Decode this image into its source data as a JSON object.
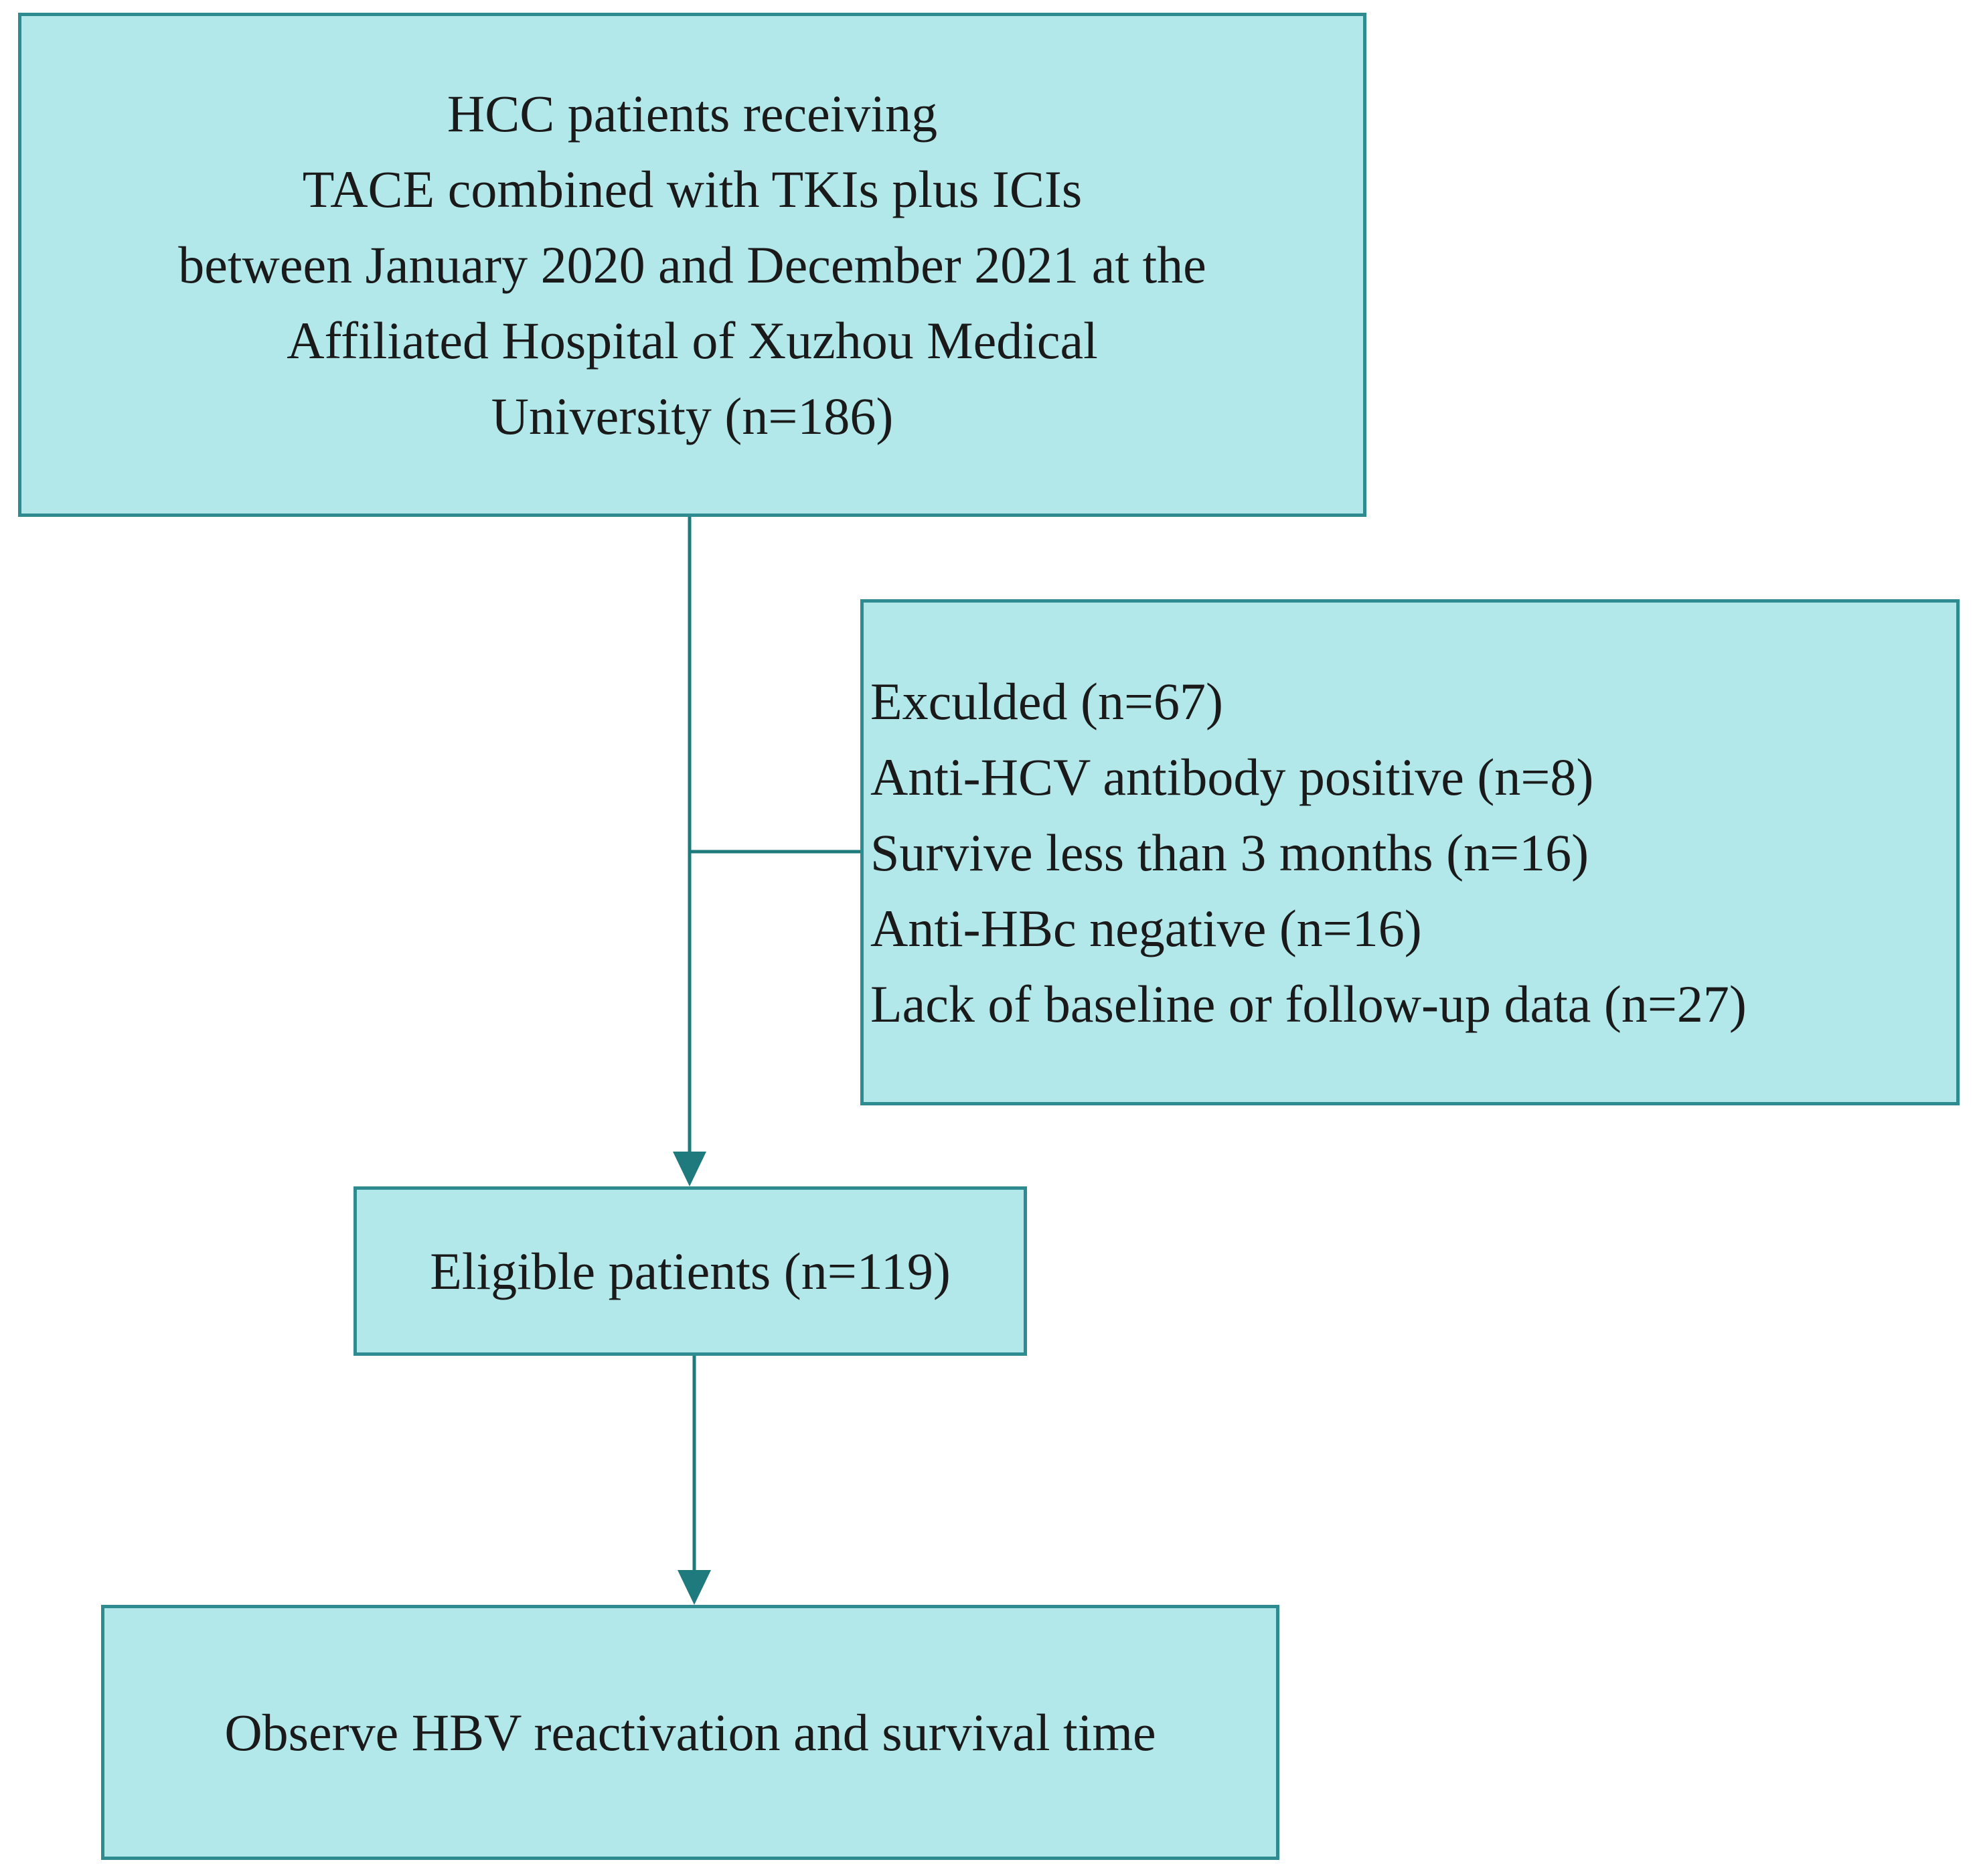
{
  "boxes": {
    "enrolled": {
      "lines": [
        "HCC patients receiving",
        "TACE combined with TKIs plus ICIs",
        "between January 2020 and December 2021 at the",
        "Affiliated Hospital of Xuzhou Medical",
        "University (n=186)"
      ]
    },
    "excluded": {
      "lines": [
        "Exculded (n=67)",
        "Anti-HCV antibody positive (n=8)",
        "Survive less than 3 months (n=16)",
        "Anti-HBc negative (n=16)",
        "Lack of baseline or follow-up data (n=27)"
      ]
    },
    "eligible": {
      "lines": [
        "Eligible patients (n=119)"
      ]
    },
    "observe": {
      "lines": [
        "Observe HBV reactivation and survival time"
      ]
    }
  },
  "colors": {
    "box_fill": "#b2e8ea",
    "box_border": "#2e8b8f",
    "connector": "#1f7a7e"
  }
}
